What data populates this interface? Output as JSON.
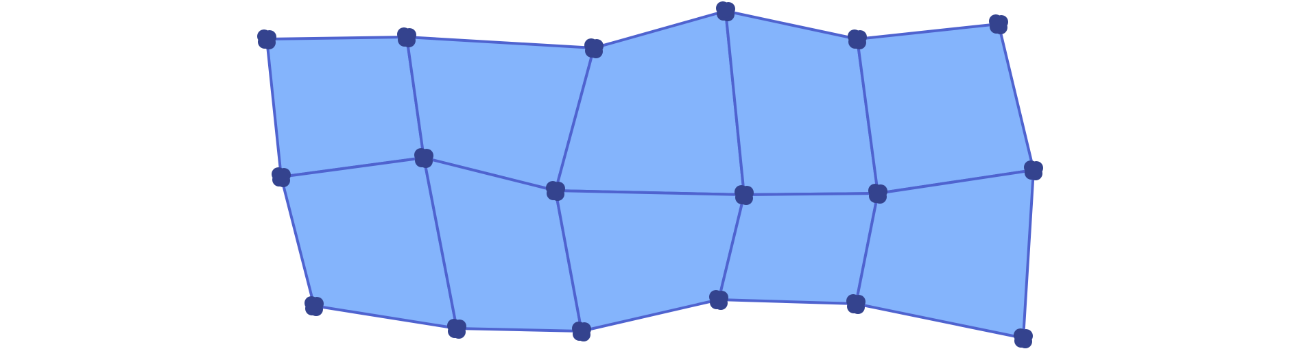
{
  "figure": {
    "type": "quad-mesh",
    "colors": {
      "background": "#ffffff",
      "cell_fill": "#84b4fc",
      "edge_stroke": "#4f63cf",
      "vertex_fill": "#34438e"
    },
    "grid": {
      "rows": 3,
      "cols": 6
    }
  }
}
